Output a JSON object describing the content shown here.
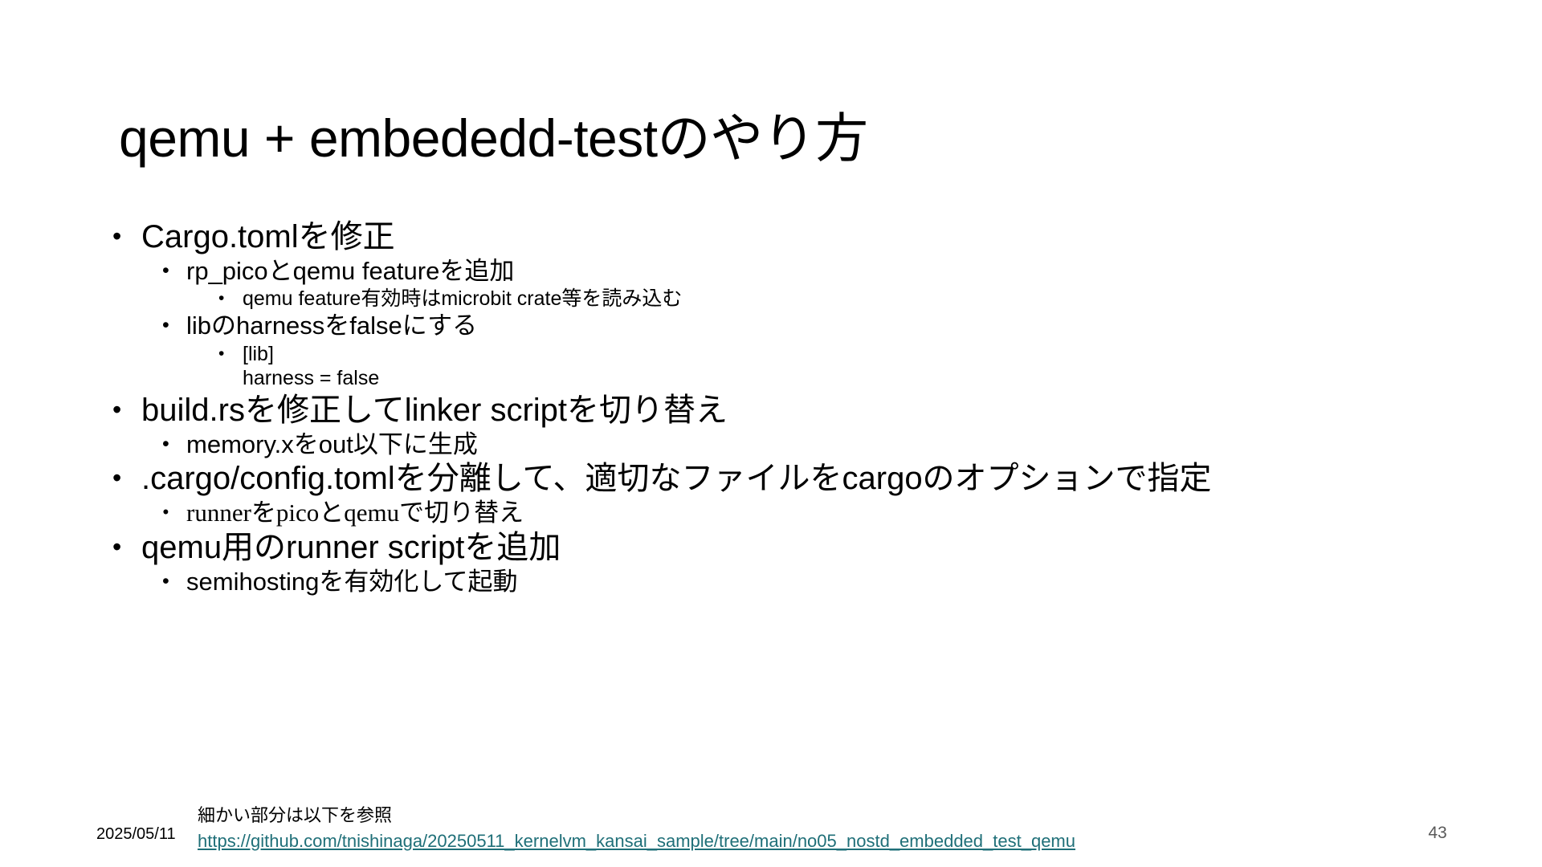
{
  "slide": {
    "title": "qemu + embededd-testのやり方",
    "page_number": "43",
    "background_color": "#ffffff",
    "text_color": "#000000",
    "link_color": "#1f6f78"
  },
  "bullets": [
    {
      "level": 1,
      "marker": "•",
      "text": "Cargo.tomlを修正"
    },
    {
      "level": 2,
      "marker": "•",
      "text": "rp_picoとqemu featureを追加"
    },
    {
      "level": 3,
      "marker": "•",
      "text": "qemu feature有効時はmicrobit crate等を読み込む"
    },
    {
      "level": 2,
      "marker": "•",
      "text": "libのharnessをfalseにする"
    },
    {
      "level": 3,
      "marker": "•",
      "text": "[lib]\nharness = false"
    },
    {
      "level": 1,
      "marker": "•",
      "text": "build.rsを修正してlinker scriptを切り替え"
    },
    {
      "level": 2,
      "marker": "•",
      "text": "memory.xをout以下に生成"
    },
    {
      "level": 1,
      "marker": "•",
      "text": ".cargo/config.tomlを分離して、適切なファイルをcargoのオプションで指定"
    },
    {
      "level": 2,
      "marker": "•",
      "text": "runnerをpicoとqemuで切り替え"
    },
    {
      "level": 1,
      "marker": "•",
      "text": "qemu用のrunner scriptを追加"
    },
    {
      "level": 2,
      "marker": "•",
      "text": "semihostingを有効化して起動"
    }
  ],
  "footer": {
    "date": "2025/05/11",
    "note": "細かい部分は以下を参照",
    "link_text": "https://github.com/tnishinaga/20250511_kernelvm_kansai_sample/tree/main/no05_nostd_embedded_test_qemu",
    "page_number": "43"
  }
}
